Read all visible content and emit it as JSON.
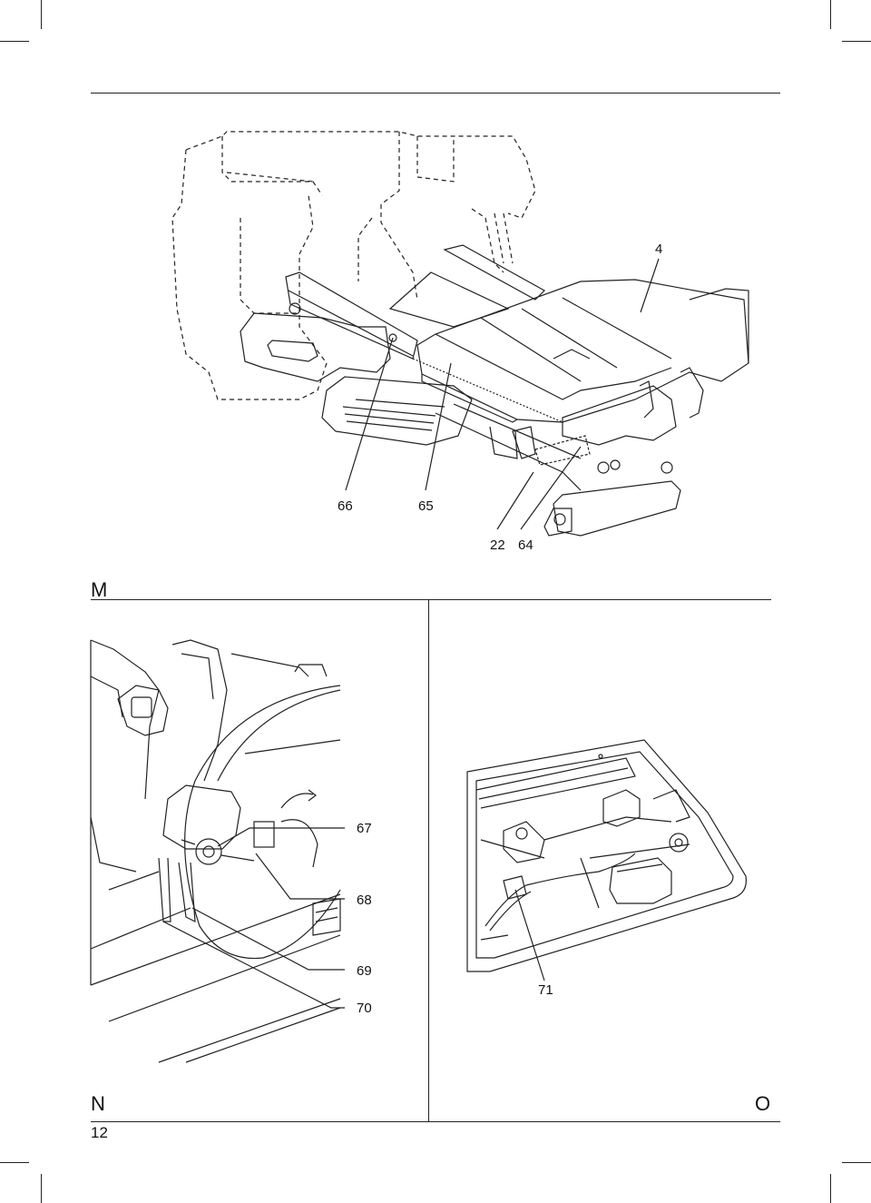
{
  "figure_m": {
    "label": "M",
    "callouts": {
      "c4": "4",
      "c66": "66",
      "c65": "65",
      "c22": "22",
      "c64": "64"
    }
  },
  "figure_n": {
    "label": "N",
    "callouts": {
      "c67": "67",
      "c68": "68",
      "c69": "69",
      "c70": "70"
    }
  },
  "figure_o": {
    "label": "O",
    "callouts": {
      "c71": "71"
    }
  },
  "page": {
    "number": "12"
  }
}
